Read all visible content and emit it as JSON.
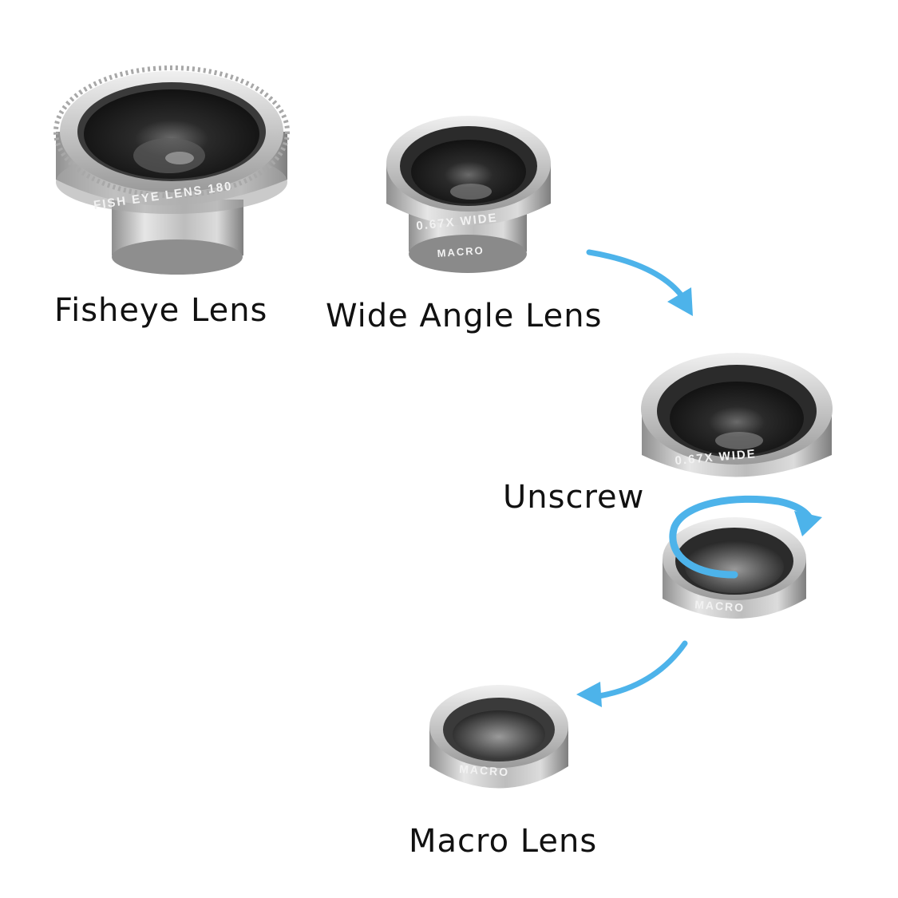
{
  "captions": {
    "fisheye": "Fisheye Lens",
    "wide_angle": "Wide Angle Lens",
    "unscrew": "Unscrew",
    "macro": "Macro Lens"
  },
  "lens_markings": {
    "fisheye": "FISH  EYE LENS 180",
    "wide": "0.67X  WIDE",
    "macro": "MACRO"
  },
  "colors": {
    "arrow": "#4db3ea",
    "silver_light": "#d9d9d9",
    "silver_dark": "#8c8c8c",
    "glass": "#1a1a1a"
  },
  "icons": [
    "fisheye-lens-icon",
    "wide-angle-lens-icon",
    "macro-lens-icon",
    "curved-arrow-icon",
    "rotate-arrow-icon"
  ]
}
